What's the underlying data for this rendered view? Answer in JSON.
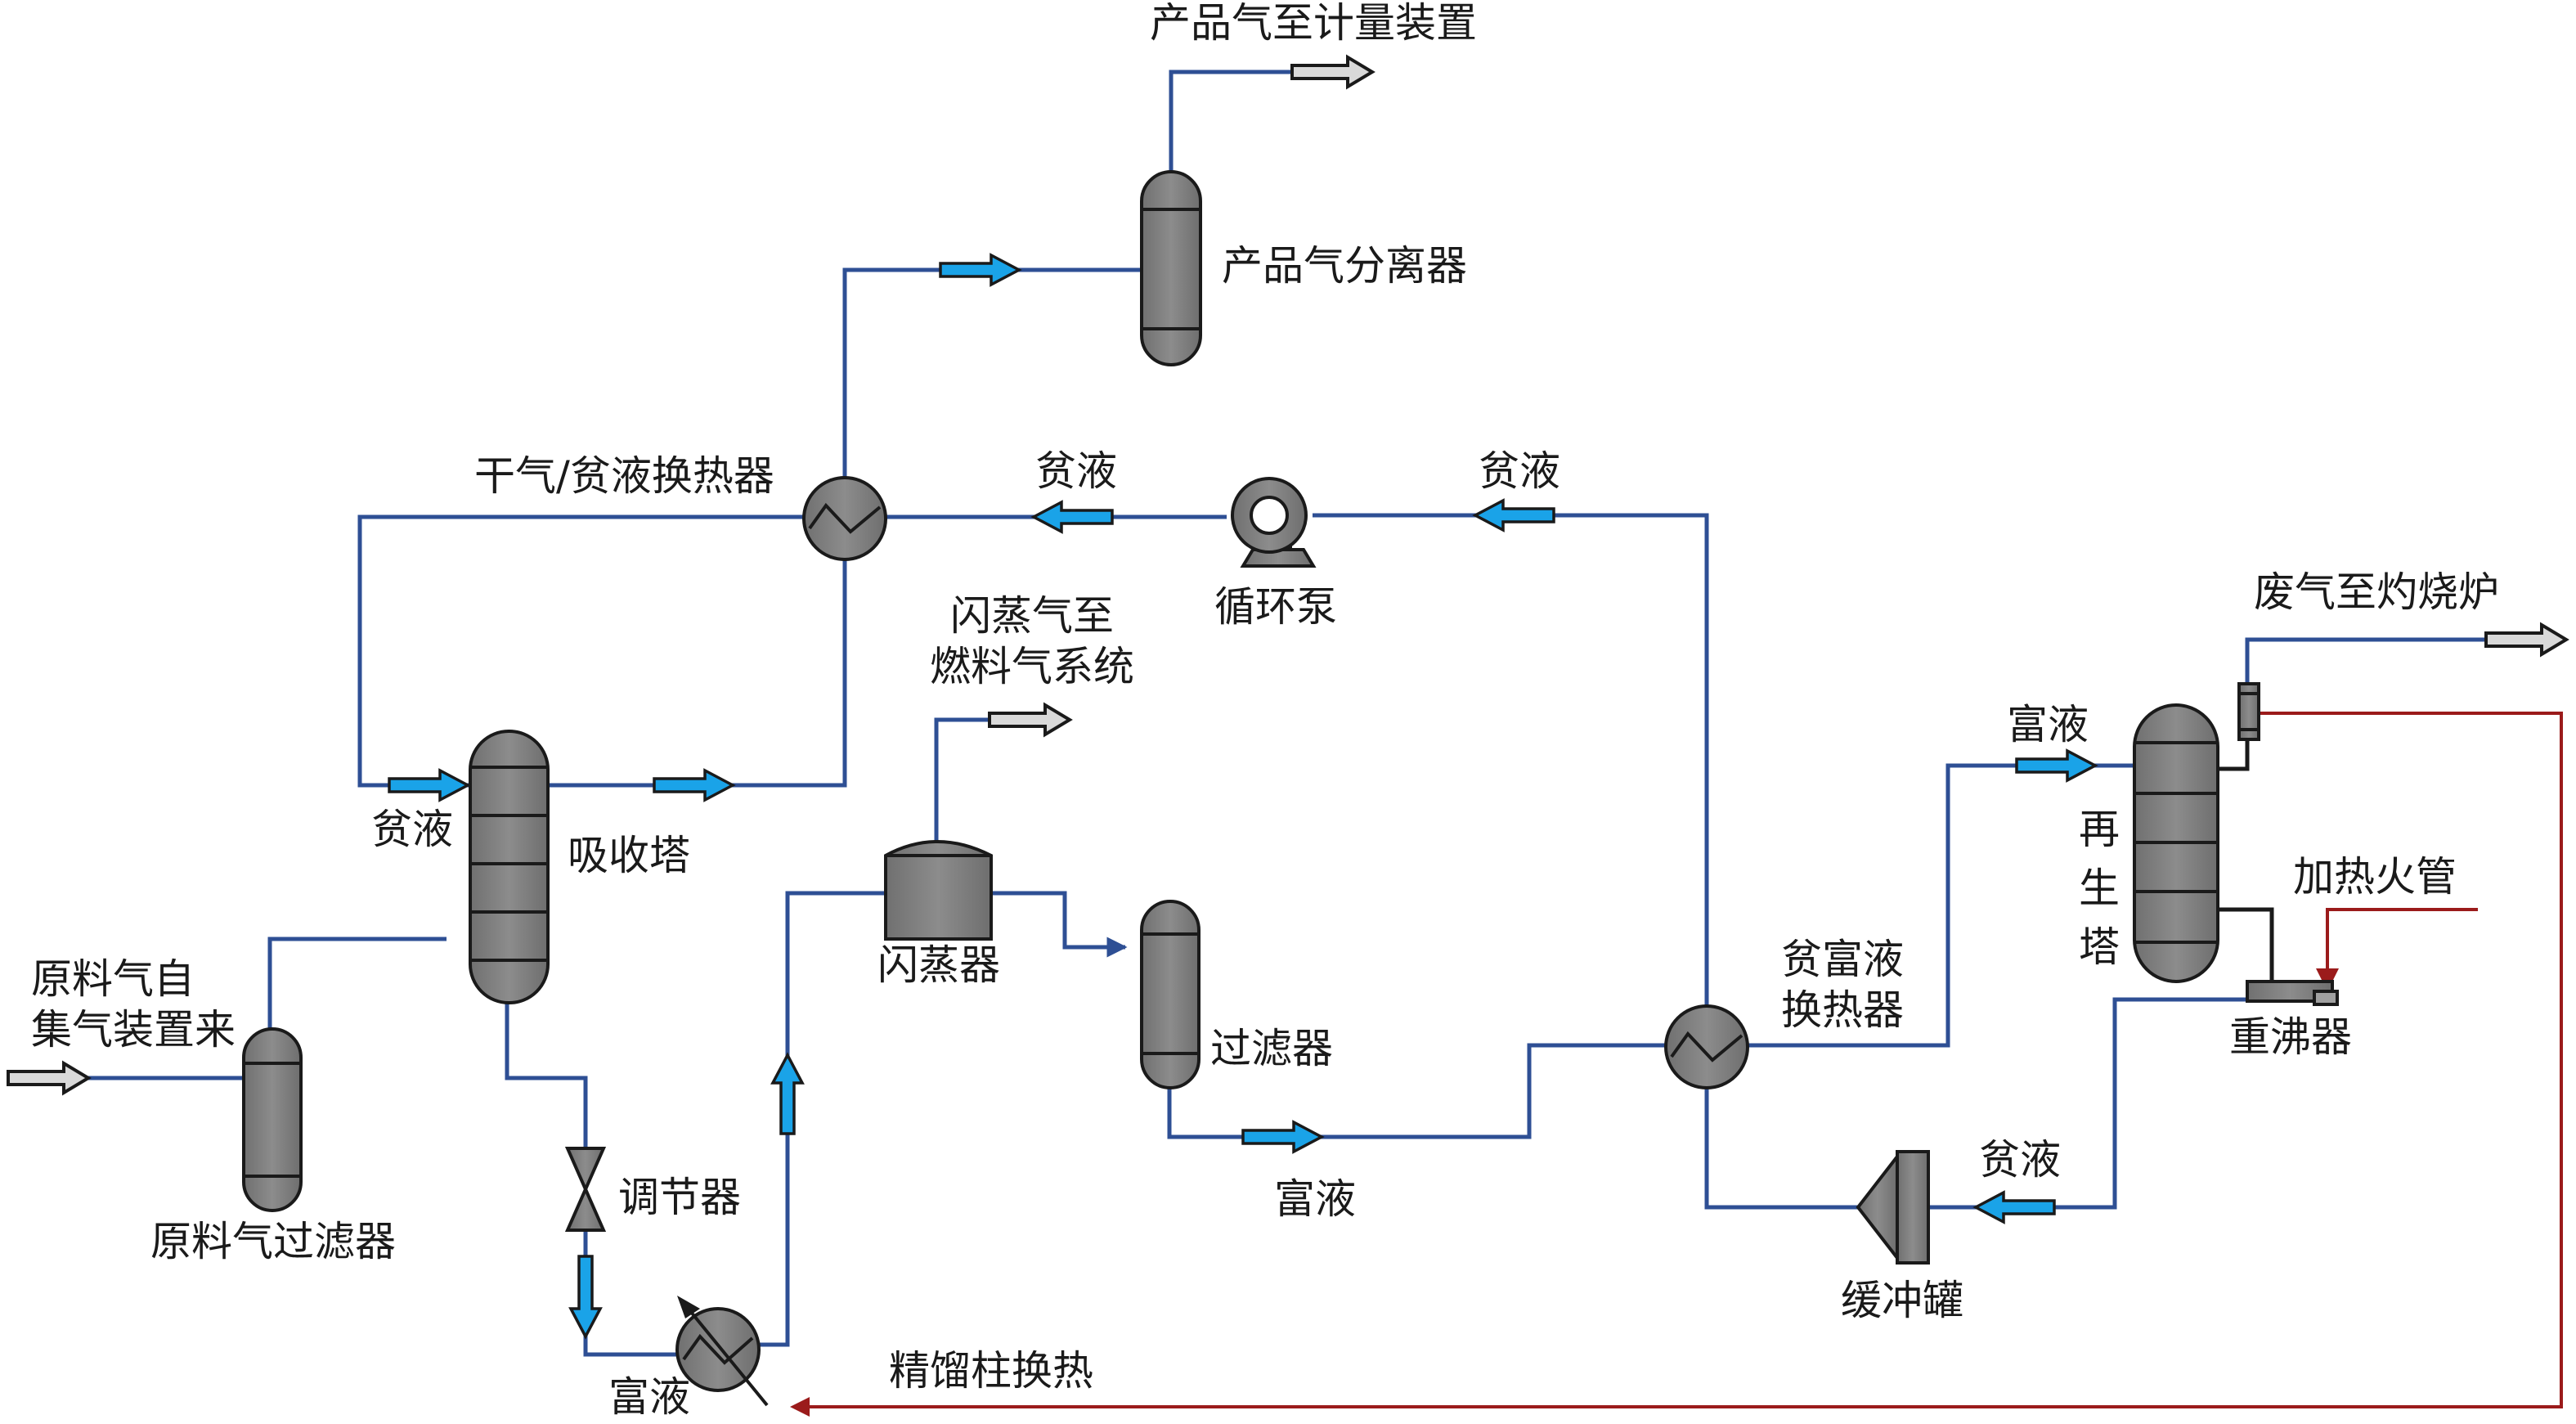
{
  "labels": {
    "product_to_meter": "产品气至计量装置",
    "product_separator": "产品气分离器",
    "dry_gas_hx": "干气/贫液换热器",
    "lean_1": "贫液",
    "lean_2": "贫液",
    "lean_3": "贫液",
    "lean_4": "贫液",
    "circ_pump": "循环泵",
    "flash_gas_line1": "闪蒸气至",
    "flash_gas_line2": "燃料气系统",
    "absorber": "吸收塔",
    "raw_gas_line1": "原料气自",
    "raw_gas_line2": "集气装置来",
    "raw_gas_filter": "原料气过滤器",
    "regulator": "调节器",
    "rich_1": "富液",
    "rich_2": "富液",
    "rich_3": "富液",
    "flash_drum": "闪蒸器",
    "filter": "过滤器",
    "lean_rich_hx_line1": "贫富液",
    "lean_rich_hx_line2": "换热器",
    "regen_1": "再",
    "regen_2": "生",
    "regen_3": "塔",
    "waste_gas": "废气至灼烧炉",
    "heating_tube": "加热火管",
    "reboiler": "重沸器",
    "buffer_tank": "缓冲罐",
    "column_hx": "精馏柱换热"
  },
  "colors": {
    "process_line": "#2e4f94",
    "heat_line": "#9b1b1b",
    "flow_arrow": "#1aa3e8",
    "vessel": "#808080",
    "outline": "#1a1a1a",
    "export_arrow": "#d9d9d9"
  }
}
